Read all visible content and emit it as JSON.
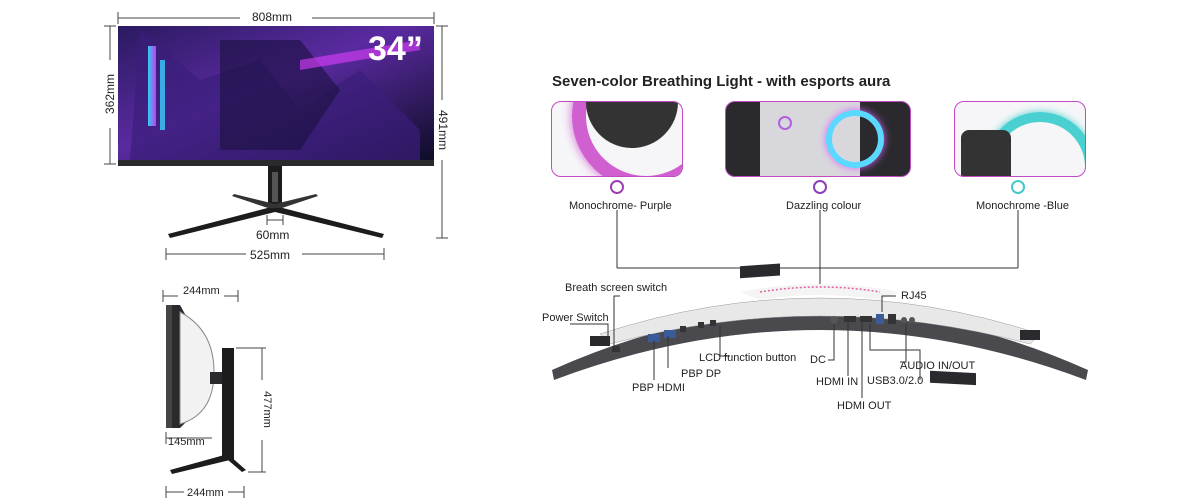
{
  "front_view": {
    "width_label": "808mm",
    "screen_height_label": "362mm",
    "total_height_label": "491mm",
    "neck_width_label": "60mm",
    "base_width_label": "525mm",
    "size_badge": "34”"
  },
  "side_view": {
    "top_depth_label": "244mm",
    "height_label": "477mm",
    "panel_depth_label": "145mm",
    "base_depth_label": "244mm"
  },
  "lighting": {
    "title": "Seven-color Breathing Light - with esports aura",
    "modes": [
      {
        "label": "Monochrome- Purple",
        "ring_color": "#9b3fb0"
      },
      {
        "label": "Dazzling colour",
        "ring_color": "#8a3fb8"
      },
      {
        "label": "Monochrome -Blue",
        "ring_color": "#44c8c8"
      }
    ]
  },
  "ports": {
    "breath_screen_switch": "Breath screen switch",
    "power_switch": "Power Switch",
    "lcd_function_button": "LCD function button",
    "pbp_dp": "PBP DP",
    "pbp_hdmi": "PBP HDMI",
    "dc": "DC",
    "hdmi_in": "HDMI IN",
    "hdmi_out": "HDMI OUT",
    "usb": "USB3.0/2.0",
    "audio": "AUDIO IN/OUT",
    "rj45": "RJ45"
  },
  "colors": {
    "line": "#222222",
    "accent": "#c24ac2",
    "screen_dark": "#1a1040",
    "screen_glow": "#7a3cff"
  }
}
